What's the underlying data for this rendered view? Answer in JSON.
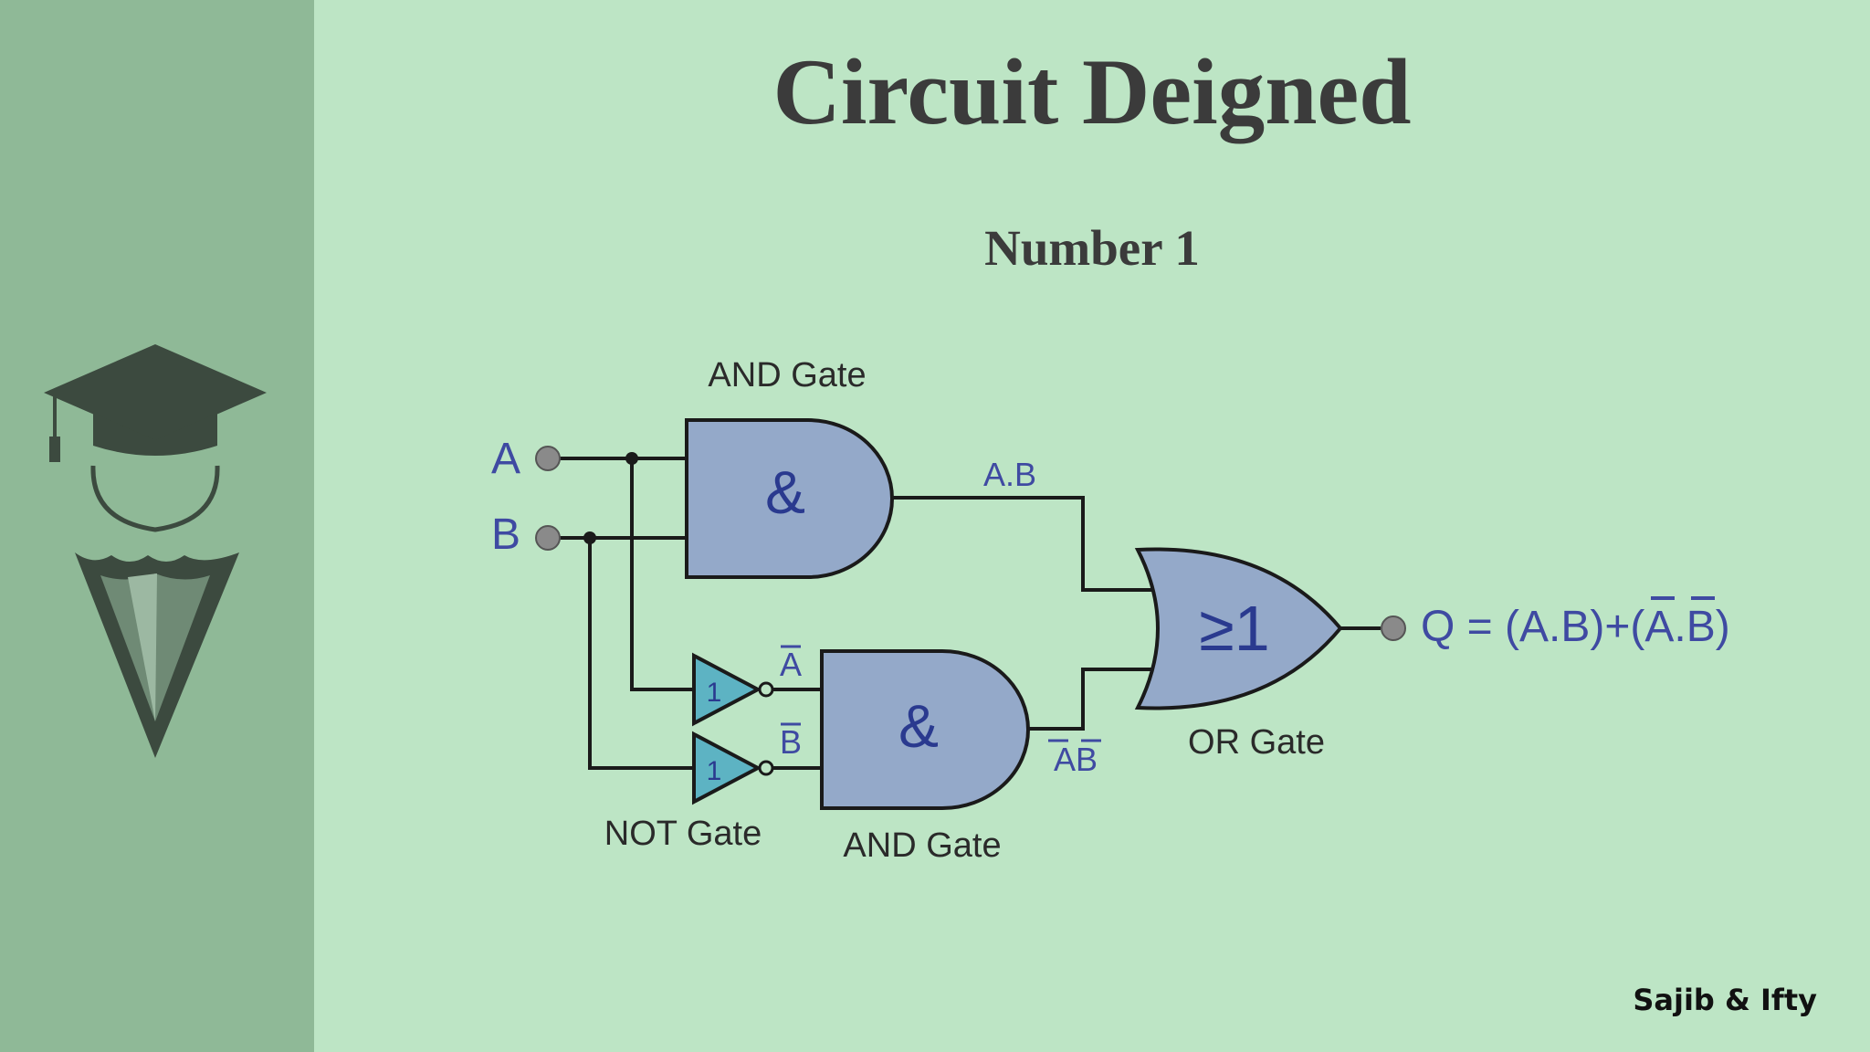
{
  "slide": {
    "title": "Circuit Deigned",
    "subtitle": "Number 1",
    "footer": "Sajib & Ifty"
  },
  "diagram": {
    "inputs": {
      "a": "A",
      "b": "B"
    },
    "labels": {
      "and_gate_top": "AND Gate",
      "and_gate_bottom": "AND Gate",
      "not_gate": "NOT Gate",
      "or_gate": "OR Gate"
    },
    "signals": {
      "ab": "A.B",
      "not_a": "A",
      "not_b": "B",
      "not_ab": "AB"
    },
    "gate_symbols": {
      "and": "&",
      "not": "1",
      "or": "≥1"
    },
    "output": "Q = (A.B)+(A.B)"
  },
  "colors": {
    "background": "#bde5c5",
    "sidebar": "#8fb997",
    "gate_fill": "#94a9c9",
    "not_gate_fill": "#5db3c3",
    "wire": "#1a1a1a",
    "text_blue": "#3f4aa2"
  },
  "icons": {
    "logo": "graduation-cap-pencil-icon"
  }
}
